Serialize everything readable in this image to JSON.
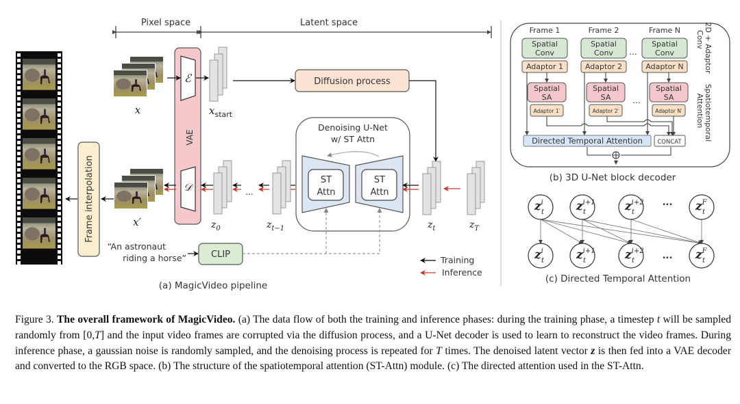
{
  "figure": {
    "headers": {
      "pixel_space": "Pixel space",
      "latent_space": "Latent space"
    },
    "pipeline": {
      "x_label": "x",
      "x_start_label": "x",
      "x_start_sub": "start",
      "x_prime_label": "x′",
      "encoder_symbol": "ℰ",
      "decoder_symbol": "𝒟",
      "vae_label": "VAE",
      "diffusion_label": "Diffusion process",
      "unet_title_line1": "Denoising U-Net",
      "unet_title_line2": "w/ ST Attn",
      "st_attn_line1": "ST",
      "st_attn_line2": "Attn",
      "z0_label": "z",
      "z0_sub": "0",
      "zt1_label": "z",
      "zt1_sub": "t−1",
      "zt_label": "z",
      "zt_sub": "t",
      "zT_label": "z",
      "zT_sub": "T",
      "ellipsis": "...",
      "prompt_line1": "“An astronaut",
      "prompt_line2": "riding a horse”",
      "clip_label": "CLIP",
      "frame_interp_label": "Frame interpolation",
      "legend": [
        {
          "label": "Training",
          "color": "#000000"
        },
        {
          "label": "Inference",
          "color": "#c0392b"
        }
      ],
      "subcaption": "(a) MagicVideo pipeline"
    },
    "unet_block": {
      "frames": [
        {
          "title": "Frame 1",
          "conv": [
            "Spatial",
            "Conv"
          ],
          "adaptor": "Adaptor 1",
          "sa": [
            "Spatial",
            "SA"
          ],
          "adaptor2": "Adaptor 1′"
        },
        {
          "title": "Frame 2",
          "conv": [
            "Spatial",
            "Conv"
          ],
          "adaptor": "Adaptor 2",
          "sa": [
            "Spatial",
            "SA"
          ],
          "adaptor2": "Adaptor 2′"
        },
        {
          "title": "Frame N",
          "conv": [
            "Spatial",
            "Conv"
          ],
          "adaptor": "Adaptor N",
          "sa": [
            "Spatial",
            "SA"
          ],
          "adaptor2": "Adaptor N′"
        }
      ],
      "ellipsis": "...",
      "side_label_1_line1": "2D + Adaptor",
      "side_label_1_line2": "Conv",
      "side_label_2_line1": "Spatiotemporal",
      "side_label_2_line2": "Attention",
      "dta_label": "Directed Temporal Attention",
      "concat_label": "CONCAT",
      "subcaption": "(b) 3D U-Net block decoder"
    },
    "dta": {
      "nodes": [
        {
          "base": "z",
          "sub": "t",
          "sup": "i"
        },
        {
          "base": "z",
          "sub": "t",
          "sup": "i+1"
        },
        {
          "base": "z",
          "sub": "t",
          "sup": "i+2"
        },
        {
          "base": "z",
          "sub": "t",
          "sup": "F"
        }
      ],
      "ellipsis": "...",
      "subcaption": "(c) Directed Temporal Attention"
    },
    "colors": {
      "vae": "#f5c9cb",
      "diffusion": "#fbe3d4",
      "clip": "#dcebd4",
      "frame_interp": "#fcefcf",
      "unet_trap": "#dbe6f2",
      "spatial_conv": "#d6e8d4",
      "adaptor": "#fbe0c8",
      "spatial_sa": "#f3c7cb",
      "dta": "#d7e6f6",
      "latent": "#e3e3e3",
      "inference_arrow": "#c0392b"
    }
  },
  "caption": {
    "figure_num": "Figure 3.",
    "title": "The overall framework of MagicVideo.",
    "text_1": "(a) The data flow of both the training and inference phases: during the training phase, a timestep",
    "var_t": "t",
    "text_2": "will be sampled randomly from [0,",
    "var_T": "T",
    "text_3": "] and the input video frames are corrupted via the diffusion process, and a U-Net decoder is used to learn to reconstruct the video frames. During inference phase, a gaussian noise is randomly sampled, and the denoising process is repeated for",
    "var_T2": "T",
    "text_4": "times. The denoised latent vector",
    "var_z": "z",
    "text_5": "is then fed into a VAE decoder and converted to the RGB space. (b) The structure of the spatiotemporal attention (ST-Attn) module. (c) The directed attention used in the ST-Attn."
  }
}
